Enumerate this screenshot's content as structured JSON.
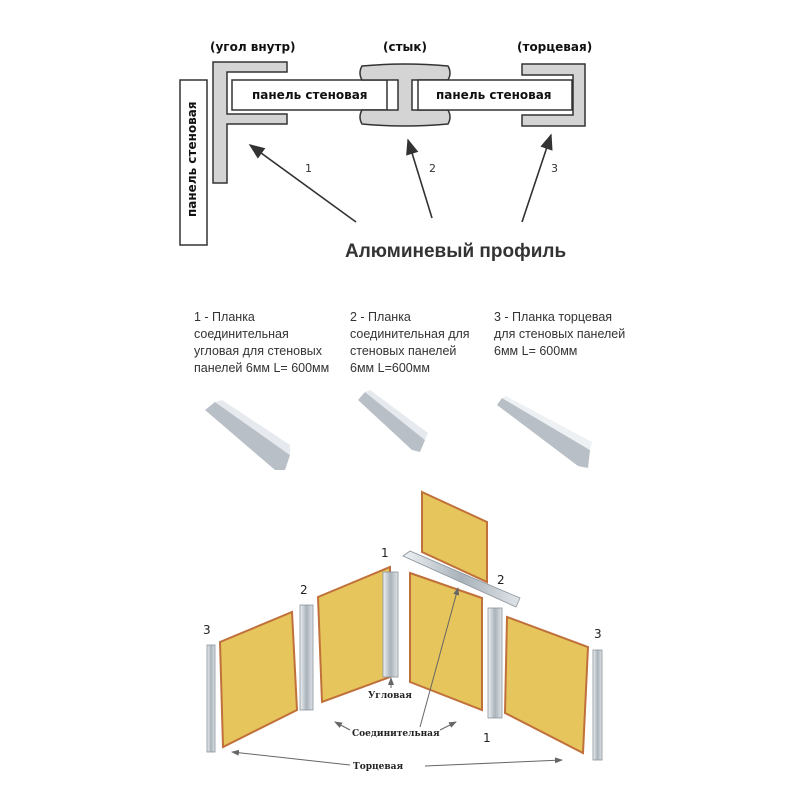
{
  "top_diagram": {
    "labels": {
      "corner": "(угол внутр)",
      "joint": "(стык)",
      "end": "(торцевая)"
    },
    "panel_label": "панель стеновая",
    "arrow_numbers": [
      "1",
      "2",
      "3"
    ],
    "title": "Алюминевый профиль"
  },
  "products": [
    {
      "description": "1 - Планка соединительная угловая для стеновых панелей 6мм L= 600мм"
    },
    {
      "description": "2 - Планка соединительная для стеновых панелей 6мм L=600мм"
    },
    {
      "description": "3 - Планка торцевая для стеновых панелей 6мм L= 600мм"
    }
  ],
  "assembly": {
    "numbers": {
      "left_end": "3",
      "left_joint": "2",
      "corner": "1",
      "top_joint": "2",
      "right_end": "3",
      "bottom": "1"
    },
    "labels": {
      "corner": "Угловая",
      "joint": "Соединительная",
      "end": "Торцевая"
    }
  },
  "colors": {
    "profile": "#d4d4d4",
    "panel": "#e6c55c",
    "panel_edge": "#c0703a"
  }
}
